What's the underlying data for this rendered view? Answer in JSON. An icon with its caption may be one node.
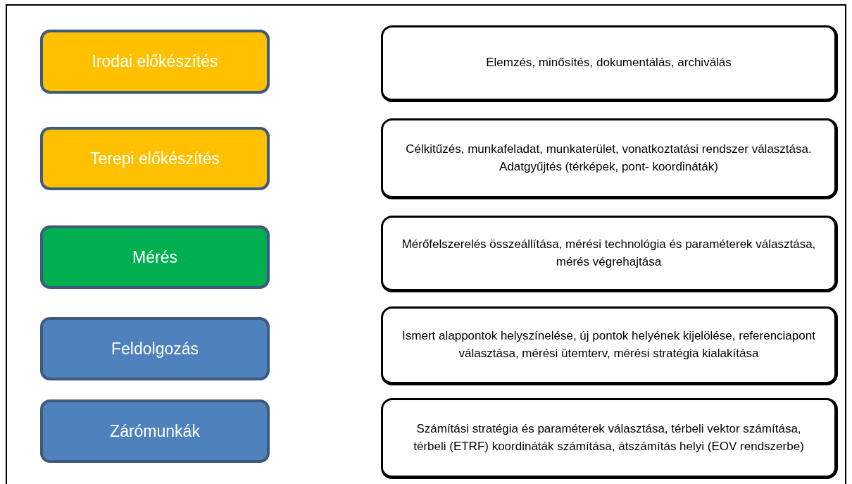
{
  "diagram": {
    "nodes": [
      {
        "text": [
          "Irodai előkészítés"
        ]
      },
      {
        "text": [
          "Elemzés, minősítés, dokumentálás, archiválás"
        ]
      },
      {
        "text": [
          "Terepi előkészítés"
        ]
      },
      {
        "text": [
          "Célkitűzés, munkafeladat, munkaterület, vonatkoztatási rendszer választása. Adatgyűjtés (térképek, pont- koordináták)"
        ]
      },
      {
        "text": [
          "Mérés"
        ]
      },
      {
        "text": [
          "Mérőfelszerelés összeállítása, mérési technológia és paraméterek választása, mérés végrehajtása"
        ]
      },
      {
        "text": [
          "Feldolgozás"
        ]
      },
      {
        "text": [
          "Ismert alappontok helyszínelése, új pontok helyének kijelölése, referenciapont választása, mérési ütemterv, mérési stratégia kialakítása"
        ]
      },
      {
        "text": [
          "Zárómunkák"
        ]
      },
      {
        "text": [
          "Számítási stratégia és paraméterek választása, térbeli vektor számítása, térbeli (ETRF) koordináták számítása, átszámítás helyi (EOV rendszerbe)"
        ]
      }
    ]
  }
}
